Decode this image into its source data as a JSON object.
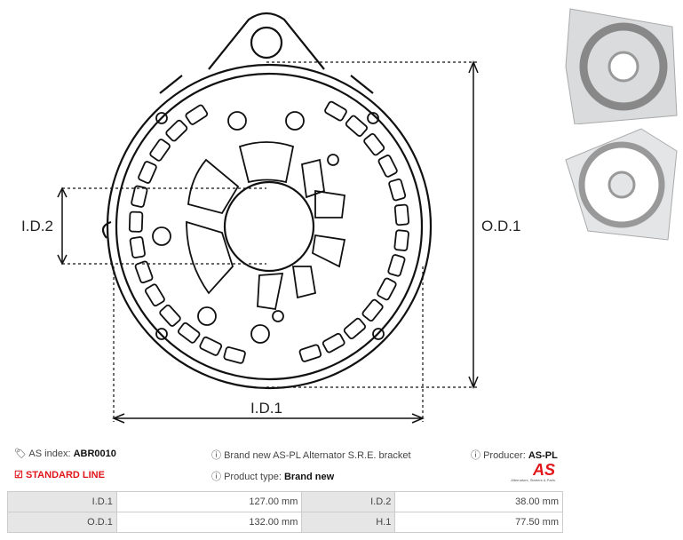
{
  "drawing": {
    "labels": {
      "id2": "I.D.2",
      "od1": "O.D.1",
      "id1": "I.D.1"
    }
  },
  "info": {
    "as_index_label": "AS index:",
    "as_index_value": "ABR0010",
    "description": "Brand new AS-PL Alternator S.R.E. bracket",
    "producer_label": "Producer:",
    "producer_value": "AS-PL",
    "line": "STANDARD LINE",
    "product_type_label": "Product type:",
    "product_type_value": "Brand new",
    "logo_text": "AS",
    "logo_tagline": "Alternators, Starters & Parts"
  },
  "specs": [
    [
      {
        "k": "I.D.1",
        "v": "127.00 mm"
      },
      {
        "k": "I.D.2",
        "v": "38.00 mm"
      }
    ],
    [
      {
        "k": "O.D.1",
        "v": "132.00 mm"
      },
      {
        "k": "H.1",
        "v": "77.50 mm"
      }
    ]
  ],
  "colors": {
    "accent": "#e0161b",
    "table_key_bg": "#e6e6e6"
  }
}
